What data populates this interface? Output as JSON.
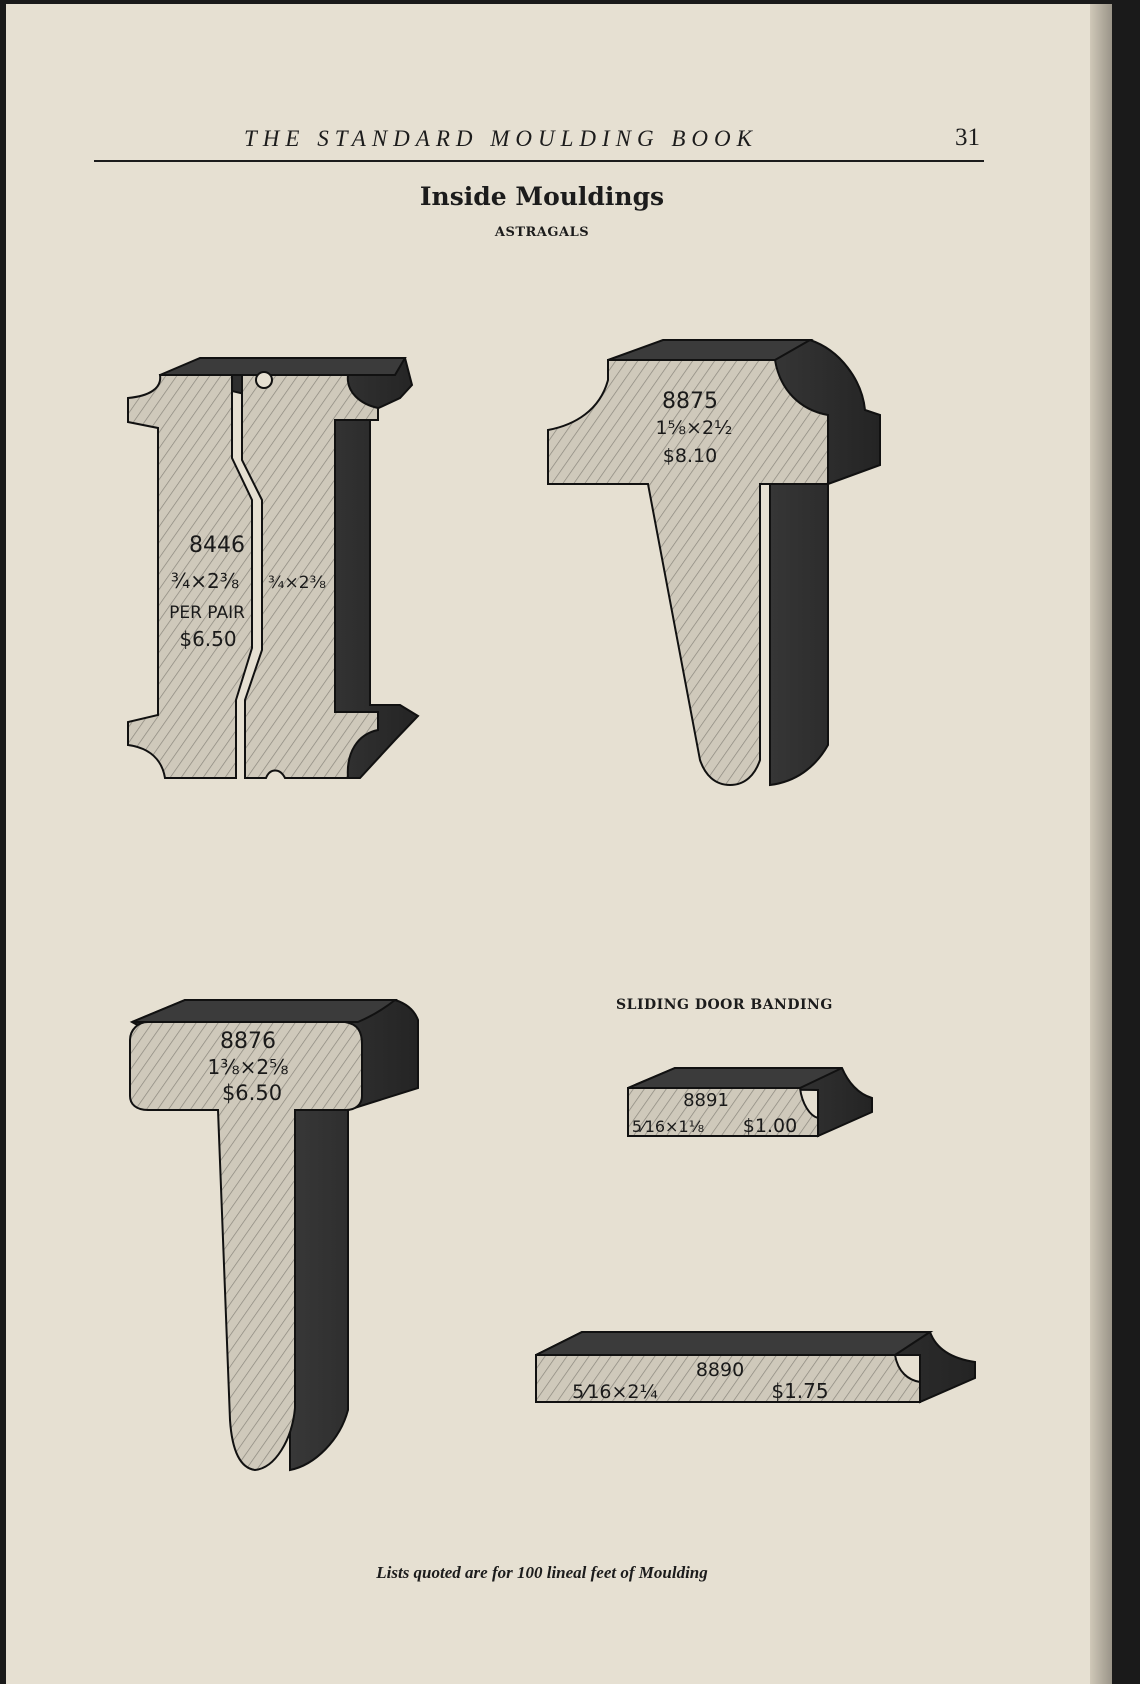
{
  "header": {
    "book_title": "THE STANDARD MOULDING BOOK",
    "page_number": "31"
  },
  "section": {
    "title": "Inside Mouldings",
    "subtitle": "ASTRAGALS"
  },
  "banding_heading": "SLIDING DOOR BANDING",
  "mouldings": [
    {
      "number": "8446",
      "size": "¾×2⅜",
      "size_pair": "¾×2⅜",
      "note": "PER PAIR",
      "price": "$6.50",
      "type": "astragal-pair"
    },
    {
      "number": "8875",
      "size": "1⅝×2½",
      "price": "$8.10",
      "type": "astragal"
    },
    {
      "number": "8876",
      "size": "1⅜×2⅝",
      "price": "$6.50",
      "type": "astragal"
    },
    {
      "number": "8891",
      "size": "5⁄16×1⅛",
      "price": "$1.00",
      "type": "banding"
    },
    {
      "number": "8890",
      "size": "5⁄16×2¼",
      "price": "$1.75",
      "type": "banding"
    }
  ],
  "footer": "Lists quoted are for 100 lineal feet of Moulding",
  "colors": {
    "paper": "#e6e0d2",
    "ink": "#1c1c1c",
    "face": "#c8c2b4",
    "side": "#2e2e2e"
  }
}
